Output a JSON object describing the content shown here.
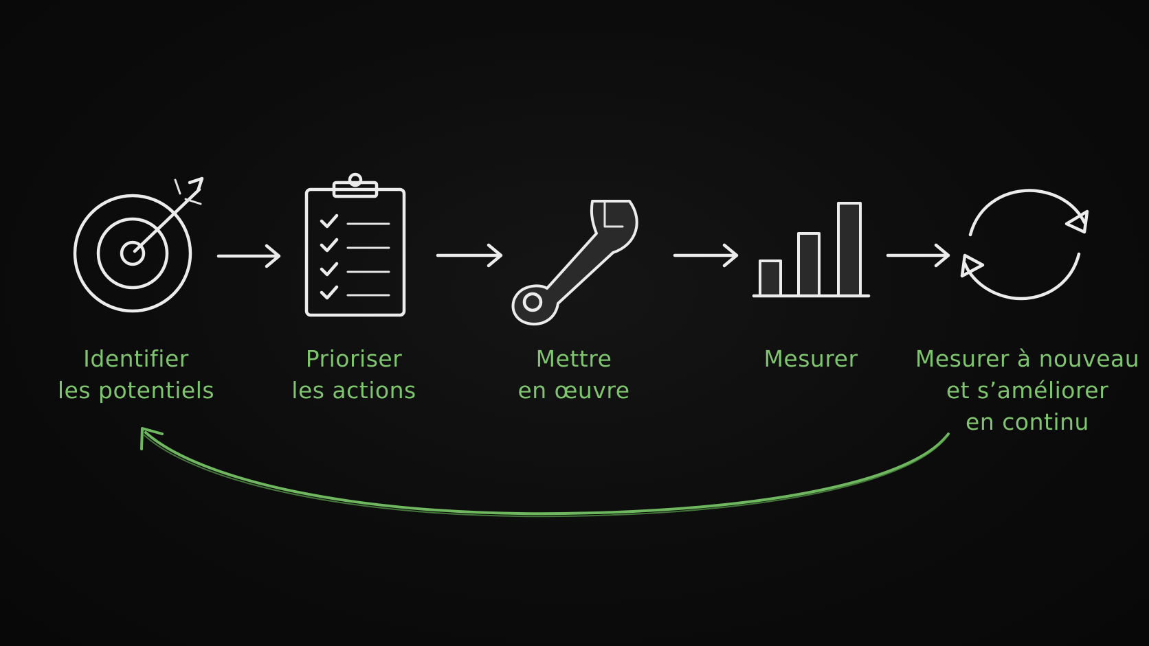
{
  "steps": [
    {
      "icon": "target-icon",
      "line1": "Identifier",
      "line2": "les potentiels",
      "line3": ""
    },
    {
      "icon": "clipboard-checklist-icon",
      "line1": "Prioriser",
      "line2": "les actions",
      "line3": ""
    },
    {
      "icon": "wrench-icon",
      "line1": "Mettre",
      "line2": "en œuvre",
      "line3": ""
    },
    {
      "icon": "bar-chart-icon",
      "line1": "Mesurer",
      "line2": "",
      "line3": ""
    },
    {
      "icon": "cycle-arrows-icon",
      "line1": "Mesurer à nouveau",
      "line2": "et s’améliorer",
      "line3": "en continu"
    }
  ],
  "colors": {
    "background": "#0b0b0b",
    "chalk": "#ececec",
    "accent_green": "#7fc46e"
  }
}
